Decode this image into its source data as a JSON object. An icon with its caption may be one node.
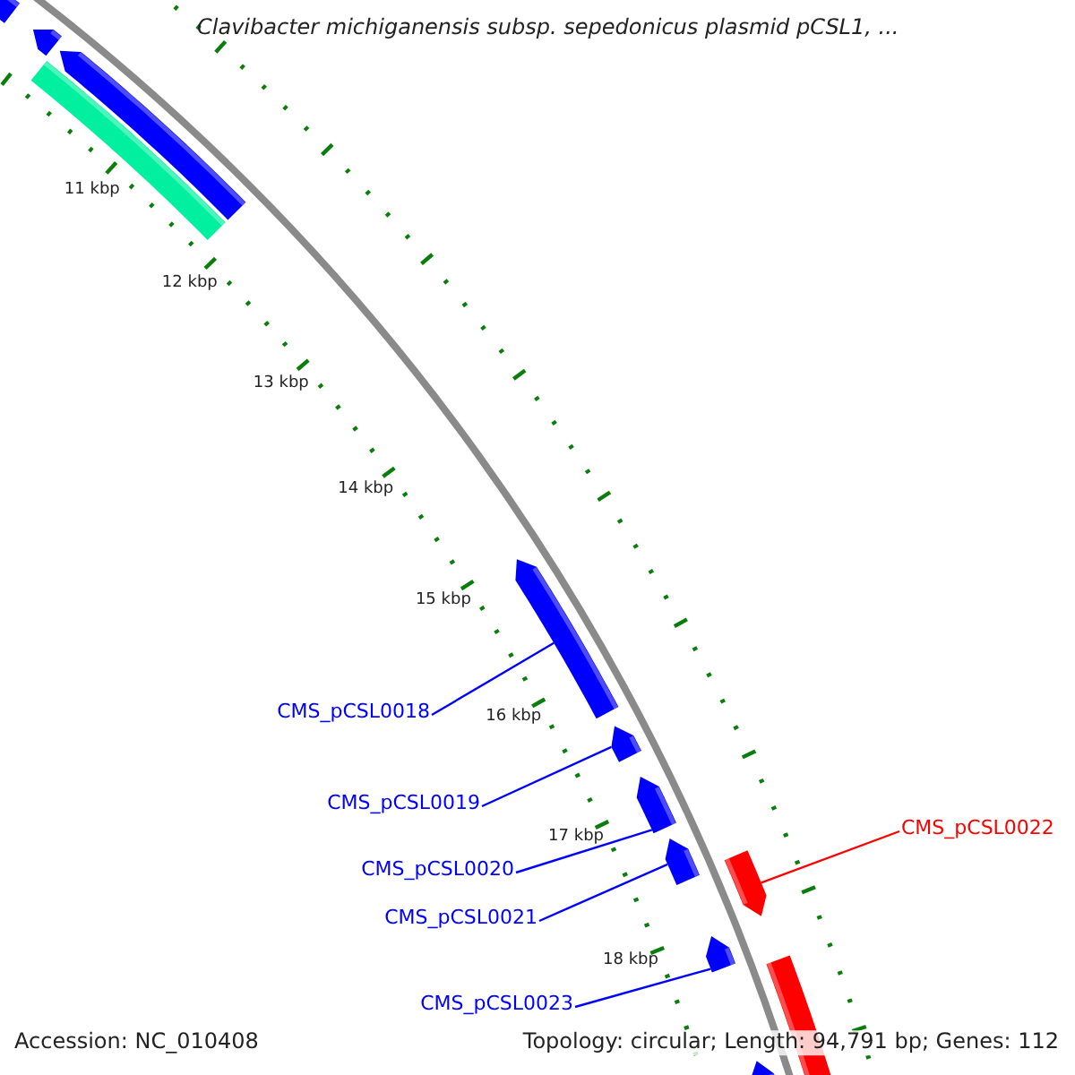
{
  "diagram": {
    "title": "Clavibacter michiganensis subsp. sepedonicus plasmid pCSL1, ...",
    "nodes": [
      {
        "text": [
          "CMS_pCSL0018"
        ]
      },
      {
        "text": [
          "CMS_pCSL0019"
        ]
      },
      {
        "text": [
          "CMS_pCSL0022"
        ]
      },
      {
        "text": [
          "CMS_pCSL0020"
        ]
      },
      {
        "text": [
          "CMS_pCSL0021"
        ]
      },
      {
        "text": [
          "CMS_pCSL0023"
        ]
      },
      {
        "text": [],
        "shape": "arrow"
      },
      {
        "text": [],
        "shape": "arrow"
      },
      {
        "text": [],
        "shape": "arrow"
      },
      {
        "text": [],
        "shape": "arrow"
      },
      {
        "text": [],
        "shape": "arrow"
      },
      {
        "text": [],
        "shape": "arrow"
      }
    ],
    "edges": [
      {
        "from": 0,
        "to": 6,
        "arrow": "none"
      },
      {
        "from": 1,
        "to": 7,
        "arrow": "none"
      },
      {
        "from": 2,
        "to": 10,
        "arrow": "none",
        "color": "#ff0000"
      },
      {
        "from": 3,
        "to": 8,
        "arrow": "none"
      },
      {
        "from": 4,
        "to": 9,
        "arrow": "none"
      },
      {
        "from": 5,
        "to": 11,
        "arrow": "none"
      }
    ],
    "labels": [
      "11 kbp",
      "12 kbp",
      "13 kbp",
      "14 kbp",
      "15 kbp",
      "16 kbp",
      "17 kbp",
      "18 kbp",
      "Accession: NC_010408",
      "Topology: circular; Length: 94,791 bp; Genes: 112"
    ]
  }
}
